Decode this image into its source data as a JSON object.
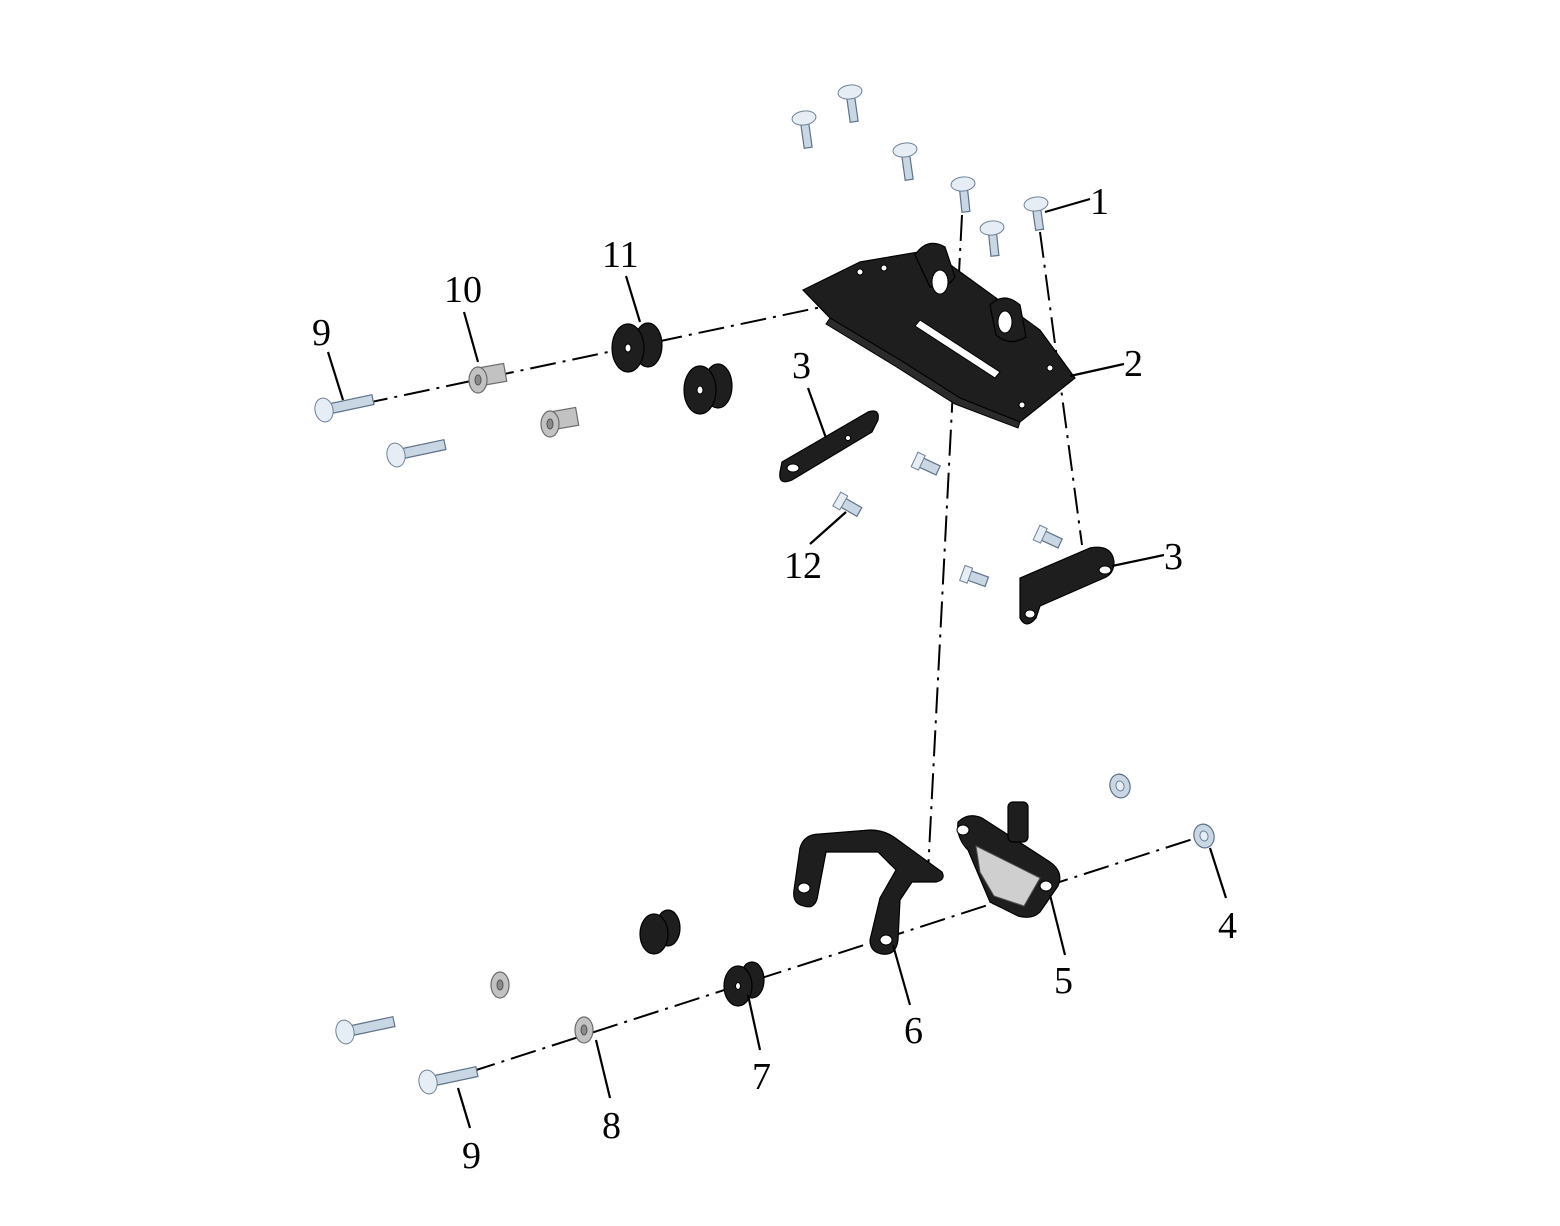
{
  "callouts": [
    {
      "key": "1",
      "text": "1"
    },
    {
      "key": "2",
      "text": "2"
    },
    {
      "key": "3a",
      "text": "3"
    },
    {
      "key": "3b",
      "text": "3"
    },
    {
      "key": "4",
      "text": "4"
    },
    {
      "key": "5",
      "text": "5"
    },
    {
      "key": "6",
      "text": "6"
    },
    {
      "key": "7",
      "text": "7"
    },
    {
      "key": "8",
      "text": "8"
    },
    {
      "key": "9a",
      "text": "9"
    },
    {
      "key": "9b",
      "text": "9"
    },
    {
      "key": "10",
      "text": "10"
    },
    {
      "key": "11",
      "text": "11"
    },
    {
      "key": "12",
      "text": "12"
    }
  ],
  "colors": {
    "plastic": "#1e1e1e",
    "fastener": "#c9d6e4",
    "washer": "#c2c2c2",
    "background": "#ffffff"
  }
}
